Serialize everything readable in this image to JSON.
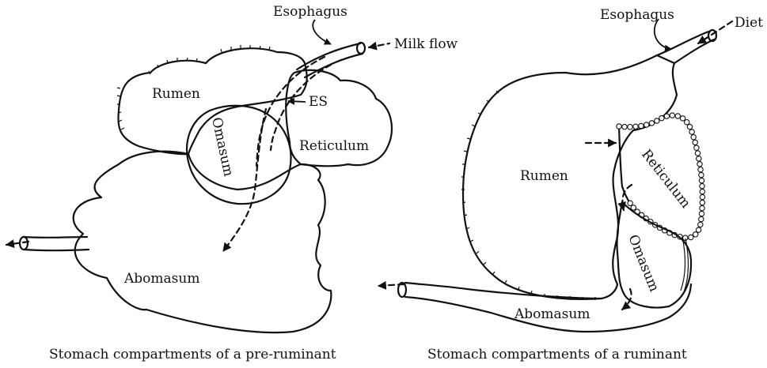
{
  "panels": {
    "left": {
      "caption": "Stomach compartments of a pre-ruminant",
      "labels": {
        "esophagus": "Esophagus",
        "milk_flow": "Milk flow",
        "rumen": "Rumen",
        "es": "ES",
        "reticulum": "Reticulum",
        "omasum": "Omasum",
        "abomasum": "Abomasum"
      }
    },
    "right": {
      "caption": "Stomach compartments of a ruminant",
      "labels": {
        "esophagus": "Esophagus",
        "diet": "Diet",
        "rumen": "Rumen",
        "reticulum": "Reticulum",
        "omasum": "Omasum",
        "abomasum": "Abomasum"
      }
    }
  },
  "colors": {
    "ink": "#111111",
    "background": "#ffffff"
  }
}
